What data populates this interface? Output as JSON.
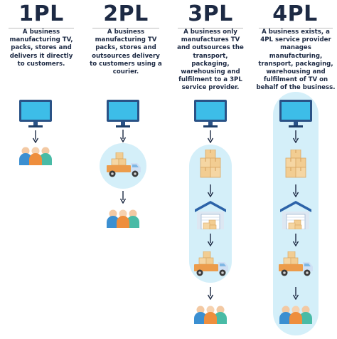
{
  "columns": [
    {
      "title": "1PL",
      "description": "A business manufacturing TV, packs, stores and delivers it directly to customers.",
      "icons": [
        "tv-icon",
        "customers-icon"
      ]
    },
    {
      "title": "2PL",
      "description": "A business manufacturing TV packs, stores and outsources delivery to customers using a courier.",
      "icons": [
        "tv-icon",
        "delivery-truck-icon",
        "customers-icon"
      ]
    },
    {
      "title": "3PL",
      "description": "A business only manufactures TV and outsources the transport, packaging, warehousing and fulfilment to a 3PL service provider.",
      "icons": [
        "tv-icon",
        "boxes-icon",
        "warehouse-icon",
        "delivery-truck-icon",
        "customers-icon"
      ]
    },
    {
      "title": "4PL",
      "description": "A business exists, a 4PL service provider manages manufacturing, transport, packaging, warehousing and fulfilment of TV on behalf of the business.",
      "icons": [
        "tv-icon",
        "boxes-icon",
        "warehouse-icon",
        "delivery-truck-icon",
        "customers-icon"
      ]
    }
  ],
  "colors": {
    "title": "#1d2a44",
    "highlight": "#d4eff9",
    "tv_frame": "#2a5286",
    "tv_screen": "#3dbde8",
    "box": "#f2cd92",
    "truck_cab": "#cfe0f4",
    "truck_body": "#ec9c4b",
    "warehouse_roof": "#2c63a8",
    "person_blue": "#3b8fd1",
    "person_orange": "#ee8e3d",
    "person_green": "#49bba6"
  }
}
